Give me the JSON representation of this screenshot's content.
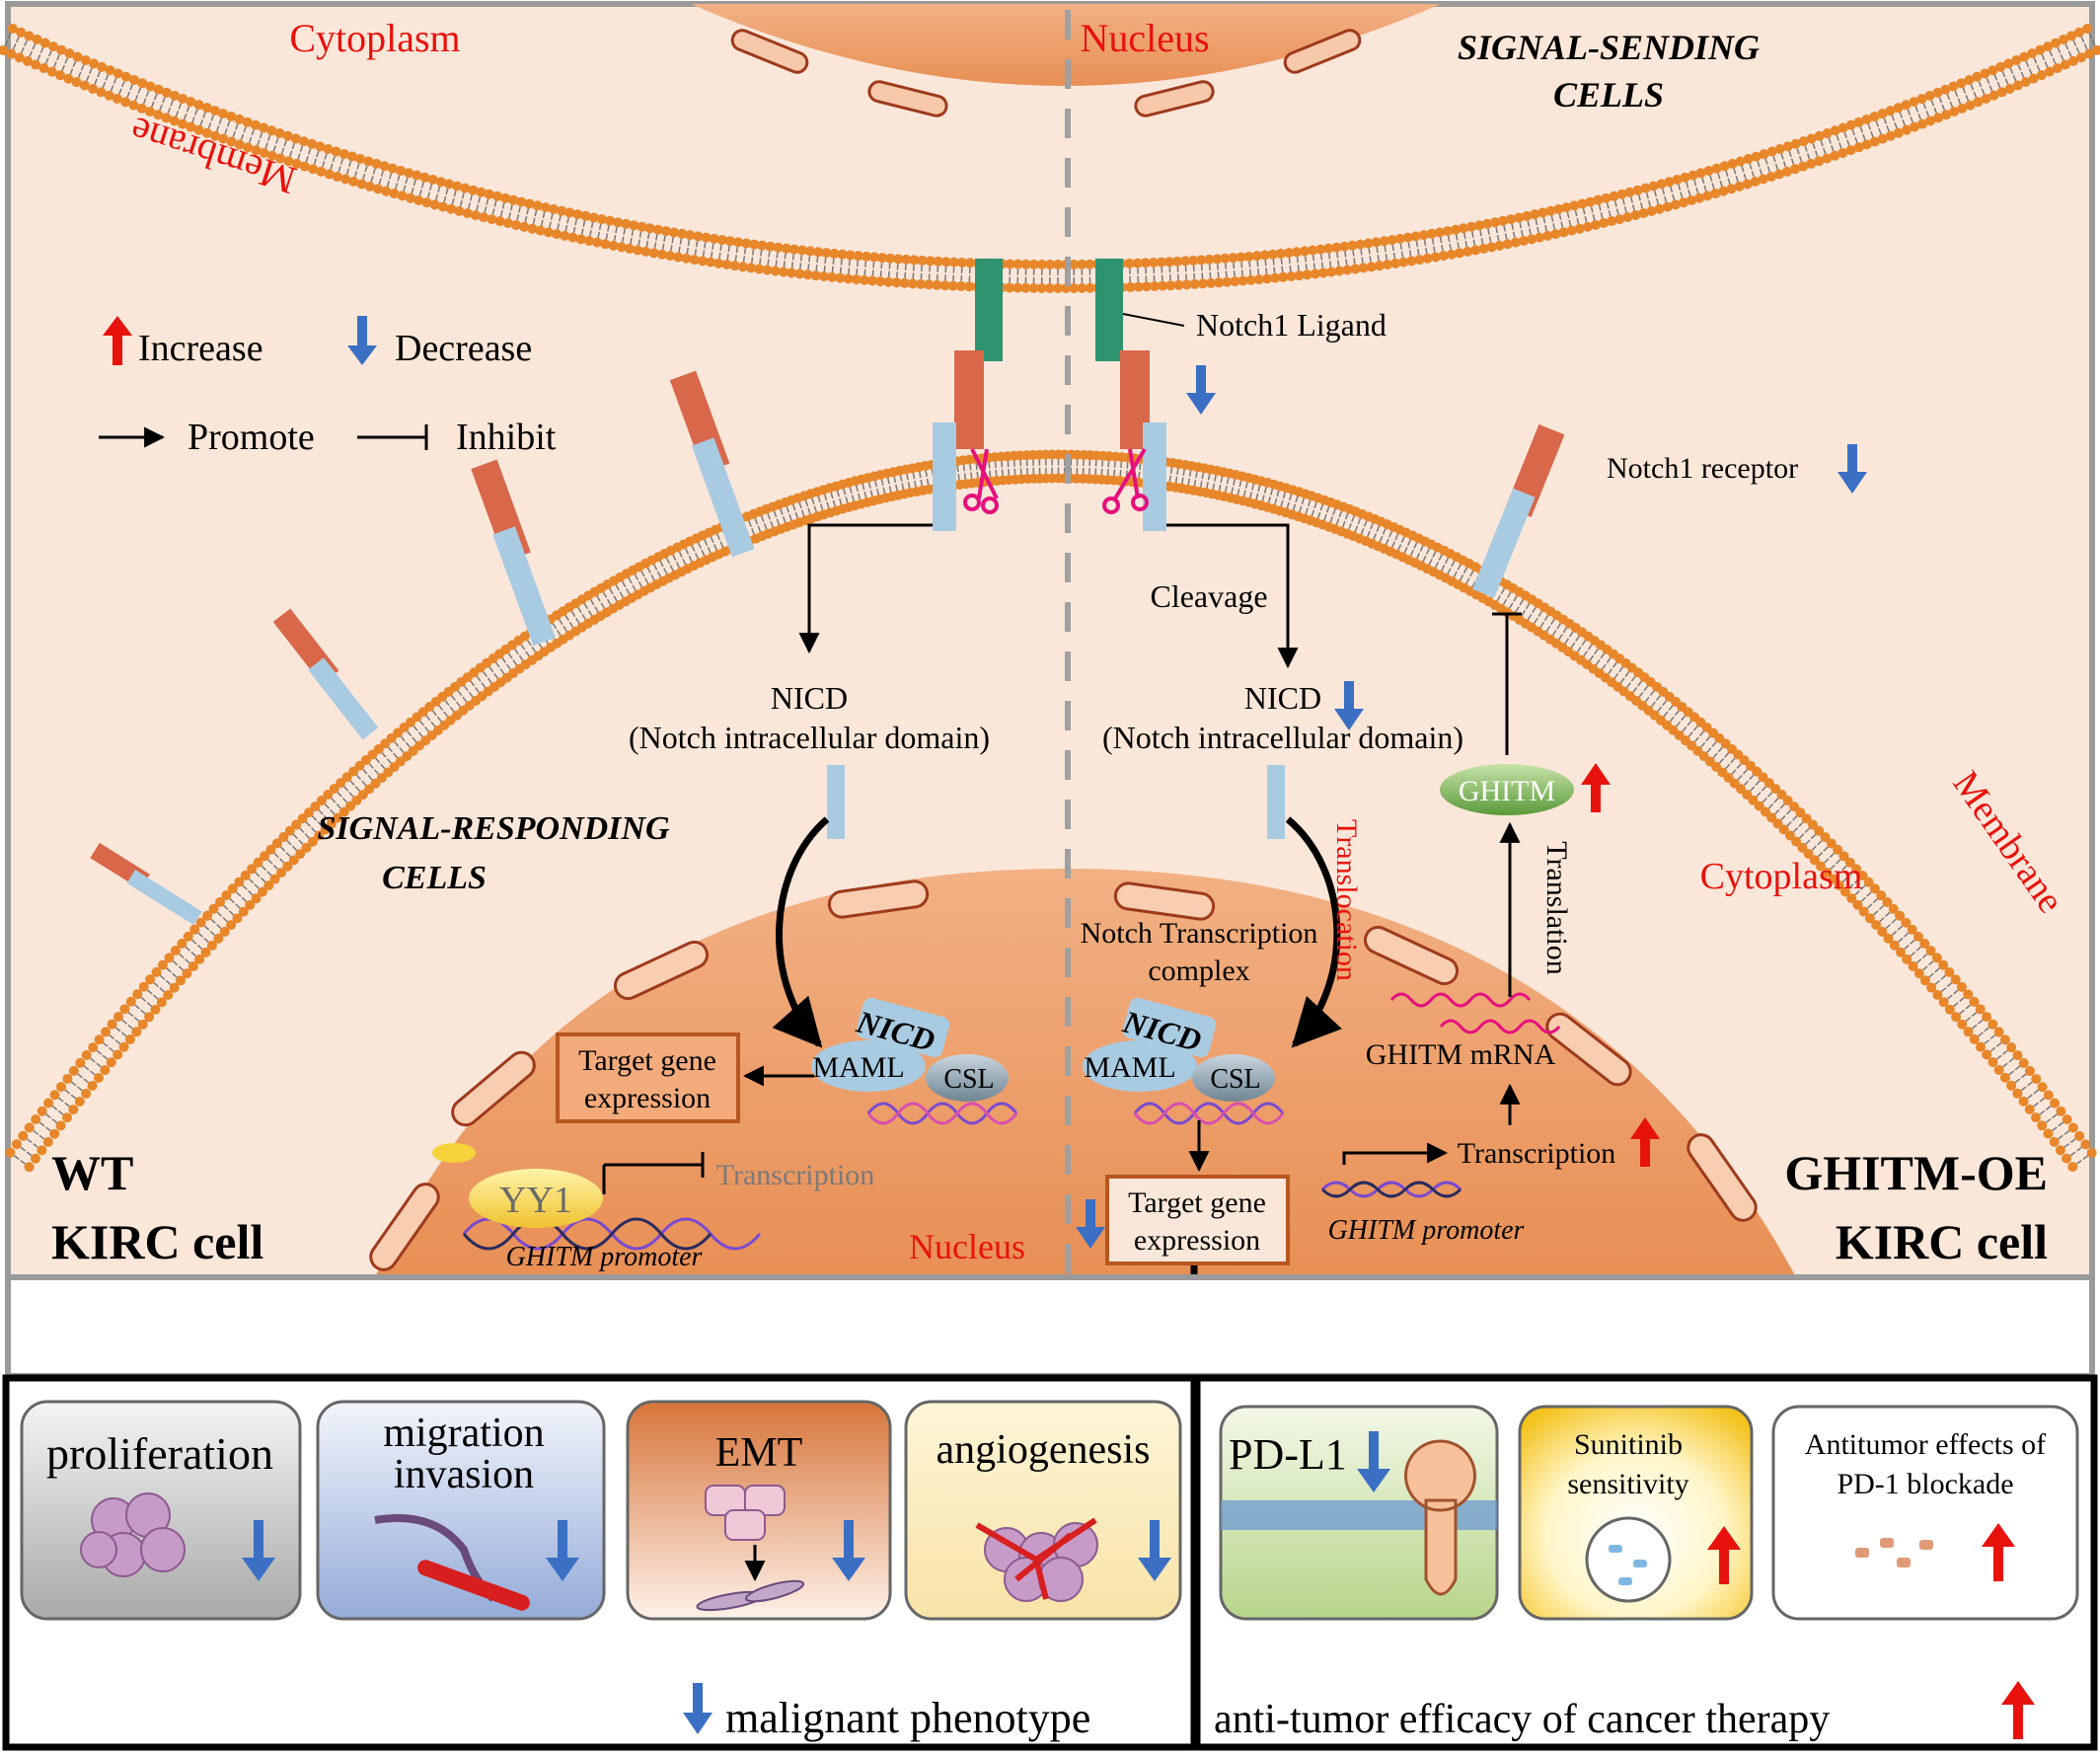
{
  "top": {
    "cytoplasm": "Cytoplasm",
    "membrane": "Membrane",
    "nucleus": "Nucleus",
    "signal_sending_1": "SIGNAL-SENDING",
    "signal_sending_2": "CELLS"
  },
  "legend": {
    "increase": "Increase",
    "decrease": "Decrease",
    "promote": "Promote",
    "inhibit": "Inhibit"
  },
  "labels": {
    "notch1_ligand": "Notch1  Ligand",
    "notch1_receptor": "Notch1 receptor",
    "cleavage": "Cleavage",
    "nicd": "NICD",
    "nicd_full": "(Notch intracellular domain)",
    "signal_responding_1": "SIGNAL-RESPONDING",
    "signal_responding_2": "CELLS",
    "translocation": "Translocation",
    "notch_tc_1": "Notch Transcription",
    "notch_tc_2": "complex",
    "nicd_tag": "NICD",
    "maml": "MAML",
    "csl": "CSL",
    "target_1": "Target gene",
    "target_2": "expression",
    "yy1": "YY1",
    "transcription": "Transcription",
    "ghitm_promoter": "GHITM promoter",
    "nucleus": "Nucleus",
    "ghitm": "GHITM",
    "translation": "Translation",
    "ghitm_mrna": "GHITM mRNA",
    "cytoplasm_right": "Cytoplasm",
    "membrane_right": "Membrane",
    "wt_1": "WT",
    "wt_2": "KIRC cell",
    "oe_1": "GHITM-OE",
    "oe_2": "KIRC cell"
  },
  "phenotype": {
    "boxes": [
      "proliferation",
      "migration",
      "invasion",
      "EMT",
      "angiogenesis"
    ],
    "summary": "malignant phenotype"
  },
  "therapy": {
    "pdl1": "PD-L1",
    "sunitinib_1": "Sunitinib",
    "sunitinib_2": "sensitivity",
    "antitumor_1": "Antitumor effects of",
    "antitumor_2": "PD-1 blockade",
    "summary": "anti-tumor efficacy of cancer therapy"
  },
  "colors": {
    "increase_arrow": "#e8120c",
    "decrease_arrow": "#3a6fc4",
    "label_red": "#e8120c",
    "membrane_orange": "#e8862a",
    "cell_bg": "#fbe6d8",
    "nucleus_fill": "#f0a26e"
  }
}
